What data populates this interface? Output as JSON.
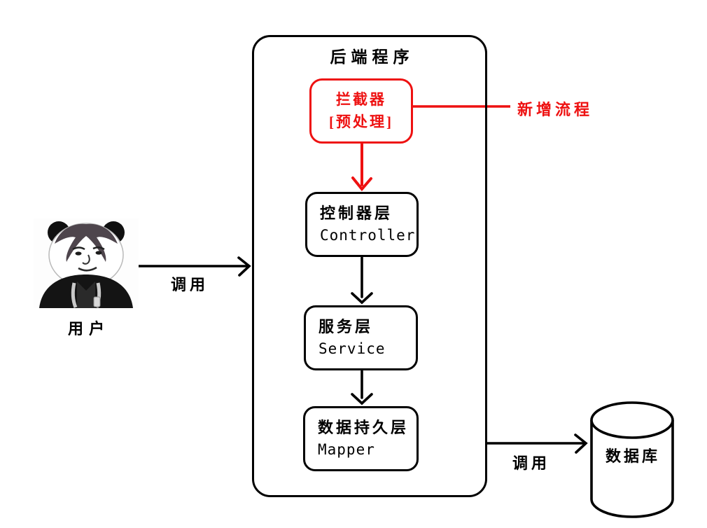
{
  "title": "后端程序",
  "colors": {
    "highlight": "#ee1111",
    "ink": "#000000",
    "background": "#ffffff"
  },
  "user": {
    "label": "用户"
  },
  "edges": {
    "user_call_label": "调用",
    "db_call_label": "调用",
    "new_flow_label": "新增流程"
  },
  "nodes": {
    "interceptor": {
      "title": "拦截器",
      "subtitle": "[预处理]"
    },
    "controller": {
      "title": "控制器层",
      "subtitle": "Controller"
    },
    "service": {
      "title": "服务层",
      "subtitle": "Service"
    },
    "mapper": {
      "title": "数据持久层",
      "subtitle": "Mapper"
    },
    "database": {
      "label": "数据库"
    }
  }
}
